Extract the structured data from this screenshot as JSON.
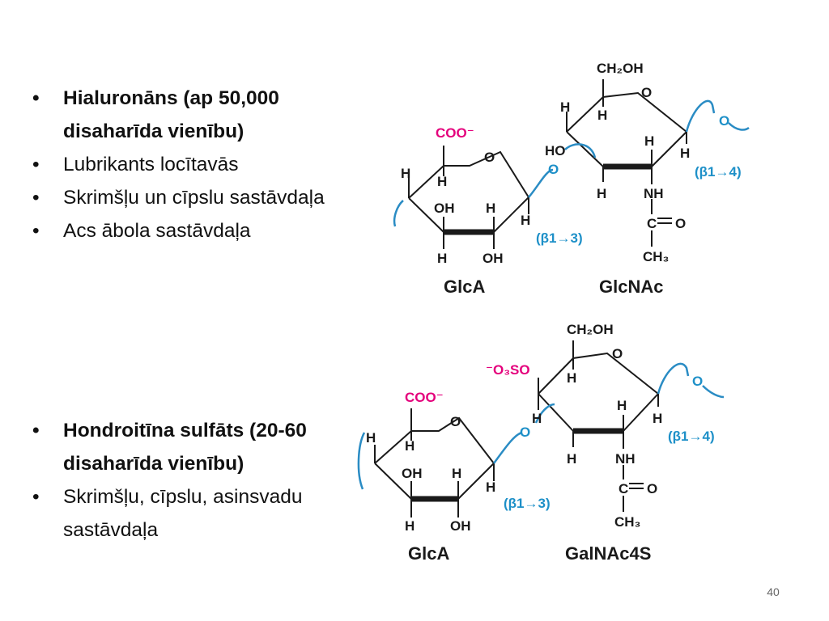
{
  "slide": {
    "page_number": "40",
    "section_a": {
      "bullets": [
        {
          "text": "Hialuronāns (ap 50,000 disaharīda vienību)",
          "bold": true
        },
        {
          "text": "Lubrikants locītavās",
          "bold": false
        },
        {
          "text": "Skrimšļu un cīpslu sastāvdaļa",
          "bold": false
        },
        {
          "text": "Acs ābola sastāvdaļa",
          "bold": false
        }
      ]
    },
    "section_b": {
      "bullets": [
        {
          "text": "Hondroitīna sulfāts (20-60 disaharīda vienību)",
          "bold": true
        },
        {
          "text": "Skrimšļu, cīpslu, asinsvadu sastāvdaļa",
          "bold": false
        }
      ]
    }
  },
  "structure_a": {
    "unit1_name": "GlcA",
    "unit2_name": "GlcNAc",
    "carboxyl": "COO⁻",
    "ring_o": "O",
    "h": "H",
    "oh": "OH",
    "ho": "HO",
    "ch2oh": "CH₂OH",
    "nh": "NH",
    "c": "C",
    "eq_o": "O",
    "ch3": "CH₃",
    "link_o": "O",
    "bond_13": "(β1→3)",
    "bond_14": "(β1→4)"
  },
  "structure_b": {
    "unit1_name": "GlcA",
    "unit2_name": "GalNAc4S",
    "carboxyl": "COO⁻",
    "sulfate": "⁻O₃SO",
    "ring_o": "O",
    "h": "H",
    "oh": "OH",
    "ch2oh": "CH₂OH",
    "nh": "NH",
    "c": "C",
    "eq_o": "O",
    "ch3": "CH₃",
    "link_o": "O",
    "bond_13": "(β1→3)",
    "bond_14": "(β1→4)"
  },
  "colors": {
    "text": "#111111",
    "charge_label": "#e4007c",
    "glycosidic_link": "#1e90c8",
    "page_number": "#666666"
  }
}
